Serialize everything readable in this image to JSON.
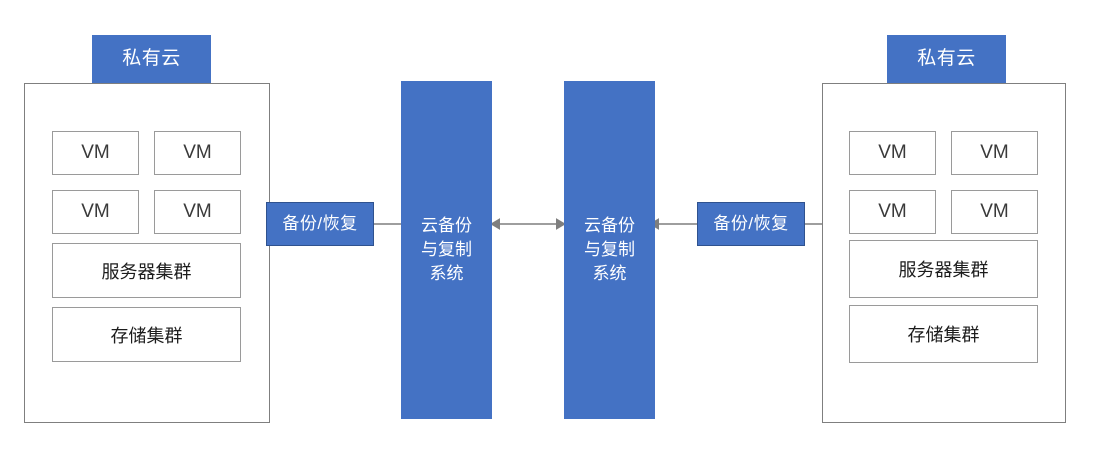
{
  "diagram": {
    "title_left": "私有云",
    "title_right": "私有云",
    "left_cloud": {
      "label": "私有云",
      "vms": [
        "VM",
        "VM",
        "VM",
        "VM"
      ],
      "server_cluster": "服务器集群",
      "storage_cluster": "存储集群"
    },
    "right_cloud": {
      "label": "私有云",
      "vms": [
        "VM",
        "VM",
        "VM",
        "VM"
      ],
      "server_cluster": "服务器集群",
      "storage_cluster": "存储集群"
    },
    "flow_label_left": "备份/恢复",
    "flow_label_right": "备份/恢复",
    "system_left": "云备份\n与复制\n系统",
    "system_left_lines": [
      "云备份",
      "与复制",
      "系统"
    ],
    "system_right": "云备份\n与复制\n系统",
    "system_right_lines": [
      "云备份",
      "与复制",
      "系统"
    ],
    "colors": {
      "accent_blue": "#4472C4",
      "chip_border": "#2f528f",
      "container_border": "#7f7f7f",
      "inner_border": "#9a9a9a",
      "connector": "#7f7f7f",
      "text_light": "#ffffff",
      "text_dark": "#1c1c1c",
      "background": "#ffffff"
    }
  }
}
